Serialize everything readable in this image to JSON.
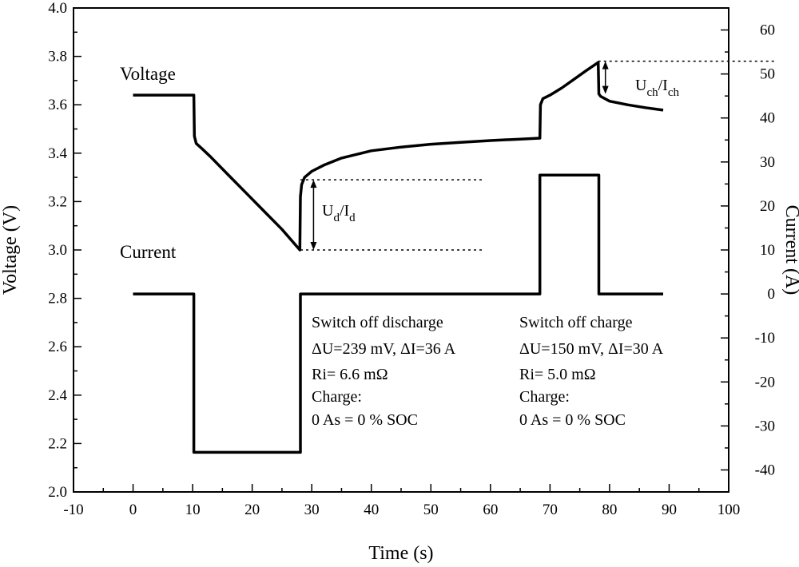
{
  "chart_data": {
    "type": "line",
    "xlabel": "Time (s)",
    "ylabel_left": "Voltage (V)",
    "ylabel_right": "Current (A)",
    "xlim": [
      -10,
      100
    ],
    "ylim_left": [
      2.0,
      4.0
    ],
    "ylim_right": [
      -45,
      65
    ],
    "x_ticks": [
      -10,
      0,
      10,
      20,
      30,
      40,
      50,
      60,
      70,
      80,
      90,
      100
    ],
    "y_left_ticks": [
      "2.0",
      "2.2",
      "2.4",
      "2.6",
      "2.8",
      "3.0",
      "3.2",
      "3.4",
      "3.6",
      "3.8",
      "4.0"
    ],
    "y_right_ticks": [
      -40,
      -30,
      -20,
      -10,
      0,
      10,
      20,
      30,
      40,
      50,
      60
    ],
    "grid": false,
    "series": [
      {
        "name": "Voltage",
        "axis": "left",
        "x": [
          0,
          10.2,
          10.3,
          10.6,
          11.5,
          13,
          16,
          19,
          22,
          25,
          28.0,
          28.1,
          28.3,
          28.8,
          30,
          32,
          35,
          40,
          45,
          50,
          55,
          60,
          65,
          68.3,
          68.4,
          68.8,
          70,
          72,
          74,
          76,
          78.1,
          78.2,
          78.5,
          80,
          83,
          86,
          89
        ],
        "y": [
          3.64,
          3.64,
          3.47,
          3.44,
          3.42,
          3.385,
          3.31,
          3.235,
          3.16,
          3.085,
          3.0,
          3.22,
          3.27,
          3.3,
          3.325,
          3.35,
          3.38,
          3.41,
          3.425,
          3.437,
          3.445,
          3.452,
          3.458,
          3.462,
          3.6,
          3.625,
          3.64,
          3.67,
          3.705,
          3.74,
          3.775,
          3.645,
          3.635,
          3.615,
          3.6,
          3.588,
          3.578
        ]
      },
      {
        "name": "Current",
        "axis": "right",
        "x": [
          0,
          10.2,
          10.2,
          28.1,
          28.1,
          68.3,
          68.3,
          78.2,
          78.2,
          89
        ],
        "y": [
          0,
          0,
          -36,
          -36,
          0,
          0,
          27,
          27,
          0,
          0
        ]
      }
    ],
    "annotations": {
      "discharge_ref": {
        "x": [
          28.1,
          59
        ],
        "y_high": 3.29,
        "y_low": 3.0
      },
      "charge_ref": {
        "x": [
          78.1,
          108
        ],
        "y": 3.78
      },
      "label_ud": {
        "main": "U",
        "sub1": "d",
        "sep": "/I",
        "sub2": "d"
      },
      "label_uch": {
        "main": "U",
        "sub1": "ch",
        "sep": "/I",
        "sub2": "ch"
      },
      "discharge_text": [
        "Switch off discharge",
        "ΔU=239 mV, ΔI=36 A",
        "Ri= 6.6 mΩ",
        "Charge:",
        "0 As = 0 % SOC"
      ],
      "charge_text": [
        "Switch off charge",
        "ΔU=150 mV, ΔI=30 A",
        "Ri= 5.0 mΩ",
        "Charge:",
        "0 As = 0 % SOC"
      ]
    }
  }
}
